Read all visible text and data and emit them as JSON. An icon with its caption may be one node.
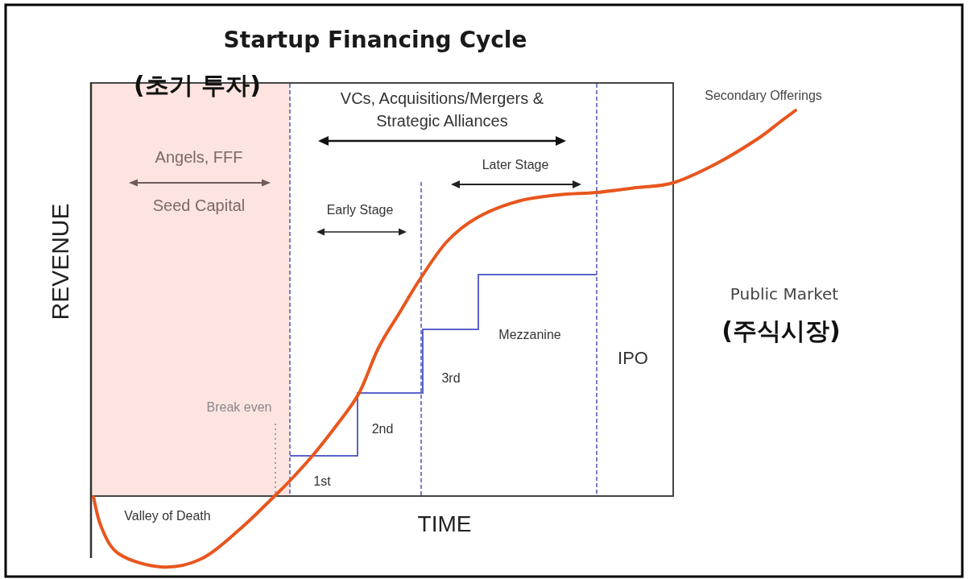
{
  "diagram": {
    "title": "Startup Financing Cycle",
    "nodes": [
      {
        "text": [
          "Angels, FFF",
          "Seed Capital"
        ]
      }
    ],
    "labels": [
      "(초기 투자)",
      "VCs, Acquisitions/Mergers & Strategic Alliances",
      "Secondary Offerings",
      "Later Stage",
      "Early Stage",
      "REVENUE",
      "Public Market",
      "(주식시장)",
      "Mezzanine",
      "IPO",
      "3rd",
      "Break even",
      "2nd",
      "1st",
      "Valley of Death",
      "TIME"
    ]
  }
}
